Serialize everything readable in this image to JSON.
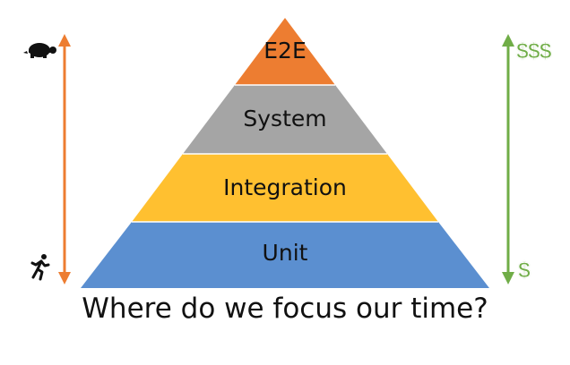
{
  "pyramid": {
    "layers": [
      {
        "label": "E2E",
        "color": "#ed7d31"
      },
      {
        "label": "System",
        "color": "#a5a5a5"
      },
      {
        "label": "Integration",
        "color": "#ffc030"
      },
      {
        "label": "Unit",
        "color": "#5b8fd0"
      }
    ]
  },
  "speed_axis": {
    "color": "#ed7d31",
    "top_icon": "turtle-icon",
    "bottom_icon": "runner-icon"
  },
  "cost_axis": {
    "color": "#70ad47",
    "top_label": "$$$",
    "bottom_label": "$"
  },
  "caption": "Where do we focus our time?"
}
